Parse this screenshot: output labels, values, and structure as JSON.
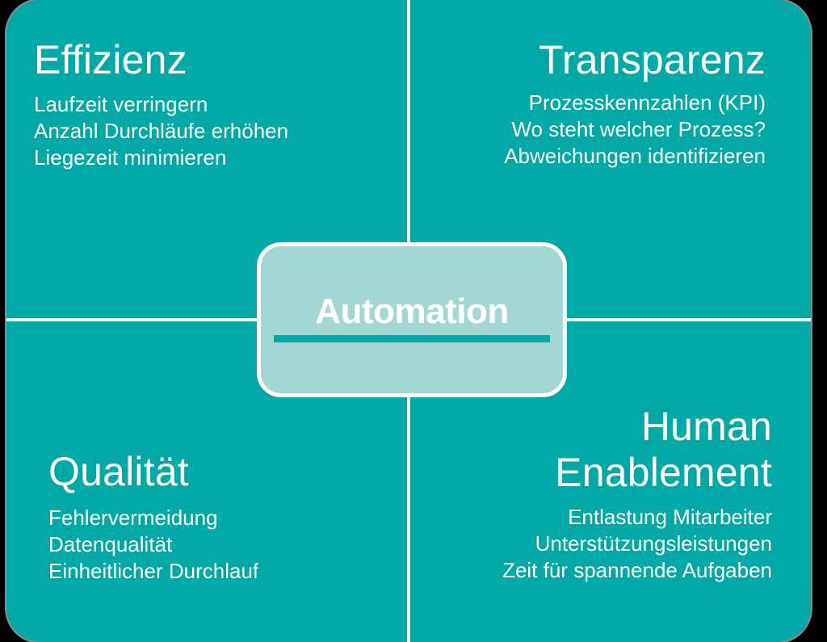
{
  "diagram": {
    "title": "Automation",
    "center": {
      "label": "Automation",
      "underline_color": "#00A9A5",
      "fill_color": "#A4D7D3",
      "border_color": "#FFFFFF"
    },
    "colors": {
      "panel_teal": "#00A9A5",
      "center_light_teal": "#A4D7D3",
      "text_white": "#FFFFFF",
      "background_black": "#000000",
      "divider_white": "#FFFFFF"
    },
    "quadrants": [
      {
        "position": "top-left",
        "title": "Effizienz",
        "lines": [
          "Laufzeit verringern",
          "Anzahl Durchläufe erhöhen",
          "Liegezeit minimieren"
        ]
      },
      {
        "position": "top-right",
        "title": "Transparenz",
        "lines": [
          "Prozesskennzahlen (KPI)",
          "Wo steht welcher Prozess?",
          "Abweichungen identifizieren"
        ]
      },
      {
        "position": "bottom-left",
        "title": "Qualität",
        "lines": [
          "Fehlervermeidung",
          "Datenqualität",
          "Einheitlicher Durchlauf"
        ]
      },
      {
        "position": "bottom-right",
        "title": "Human\nEnablement",
        "lines": [
          "Entlastung Mitarbeiter",
          "Unterstützungsleistungen",
          "Zeit für spannende Aufgaben"
        ]
      }
    ]
  }
}
